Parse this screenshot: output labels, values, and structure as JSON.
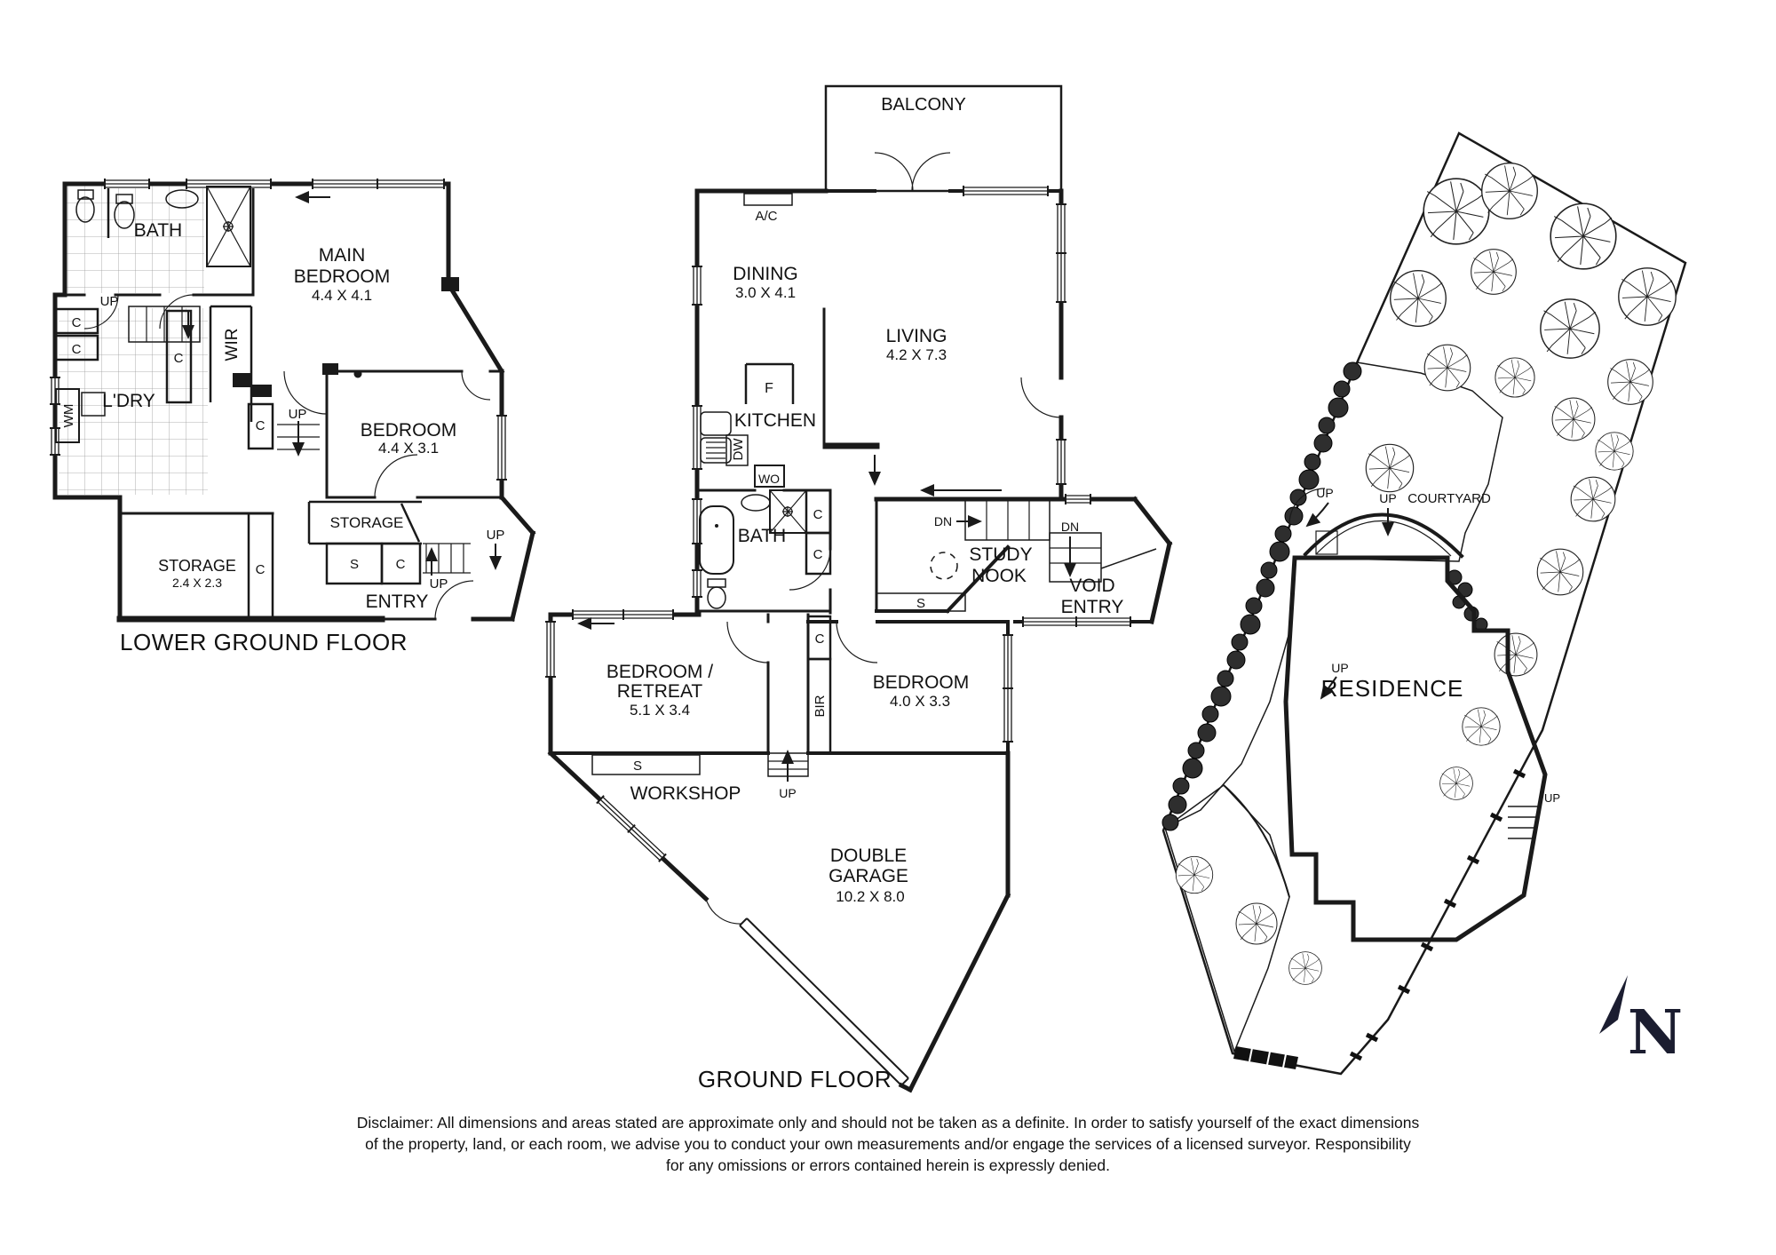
{
  "glyphs": {
    "c": "C",
    "s": "S",
    "f": "F",
    "up": "UP",
    "dn": "DN",
    "dw": "DW",
    "wo": "WO",
    "wm": "WM",
    "ac": "A/C",
    "wir": "WIR",
    "bir": "BIR"
  },
  "lower_ground": {
    "title": "LOWER GROUND FLOOR",
    "bath": "BATH",
    "main_bedroom": [
      "MAIN",
      "BEDROOM",
      "4.4 X 4.1"
    ],
    "bedroom": [
      "BEDROOM",
      "4.4 X 3.1"
    ],
    "laundry": "L'DRY",
    "storage_room": [
      "STORAGE",
      "2.4 X 2.3"
    ],
    "storage_under_stairs": "STORAGE",
    "entry": "ENTRY"
  },
  "ground": {
    "title": "GROUND FLOOR",
    "balcony": "BALCONY",
    "dining": [
      "DINING",
      "3.0 X 4.1"
    ],
    "living": [
      "LIVING",
      "4.2 X 7.3"
    ],
    "kitchen": "KITCHEN",
    "bath": "BATH",
    "study_nook": [
      "STUDY",
      "NOOK"
    ],
    "void_entry": [
      "VOID",
      "ENTRY"
    ],
    "bedroom_retreat": [
      "BEDROOM /",
      "RETREAT",
      "5.1 X 3.4"
    ],
    "bedroom": [
      "BEDROOM",
      "4.0 X 3.3"
    ],
    "workshop": "WORKSHOP",
    "garage": [
      "DOUBLE",
      "GARAGE",
      "10.2 X 8.0"
    ]
  },
  "site": {
    "residence": "RESIDENCE",
    "courtyard": "COURTYARD",
    "up": "UP",
    "north": "N"
  },
  "icons": {
    "north_arrow": "triangle-pointing-northeast",
    "tree": "circle-with-branches",
    "hedge": "filled-dark-circle",
    "shower": "crossed-square",
    "stairs": "parallel-treads"
  },
  "colors": {
    "line": "#1a1a1a",
    "parcel_fill": "#e9e9ec",
    "residence_fill": "#f0f0f0",
    "balcony_fill": "#ededed",
    "compass": "#1b1d30"
  },
  "disclaimer": {
    "line1": "Disclaimer: All dimensions and areas stated are approximate only and should not be taken as a definite. In order to satisfy yourself of the exact dimensions",
    "line2": "of the property, land, or each room, we advise you to conduct your own measurements and/or engage the services of a licensed surveyor. Responsibility",
    "line3": "for any omissions or errors contained herein is expressly denied."
  }
}
